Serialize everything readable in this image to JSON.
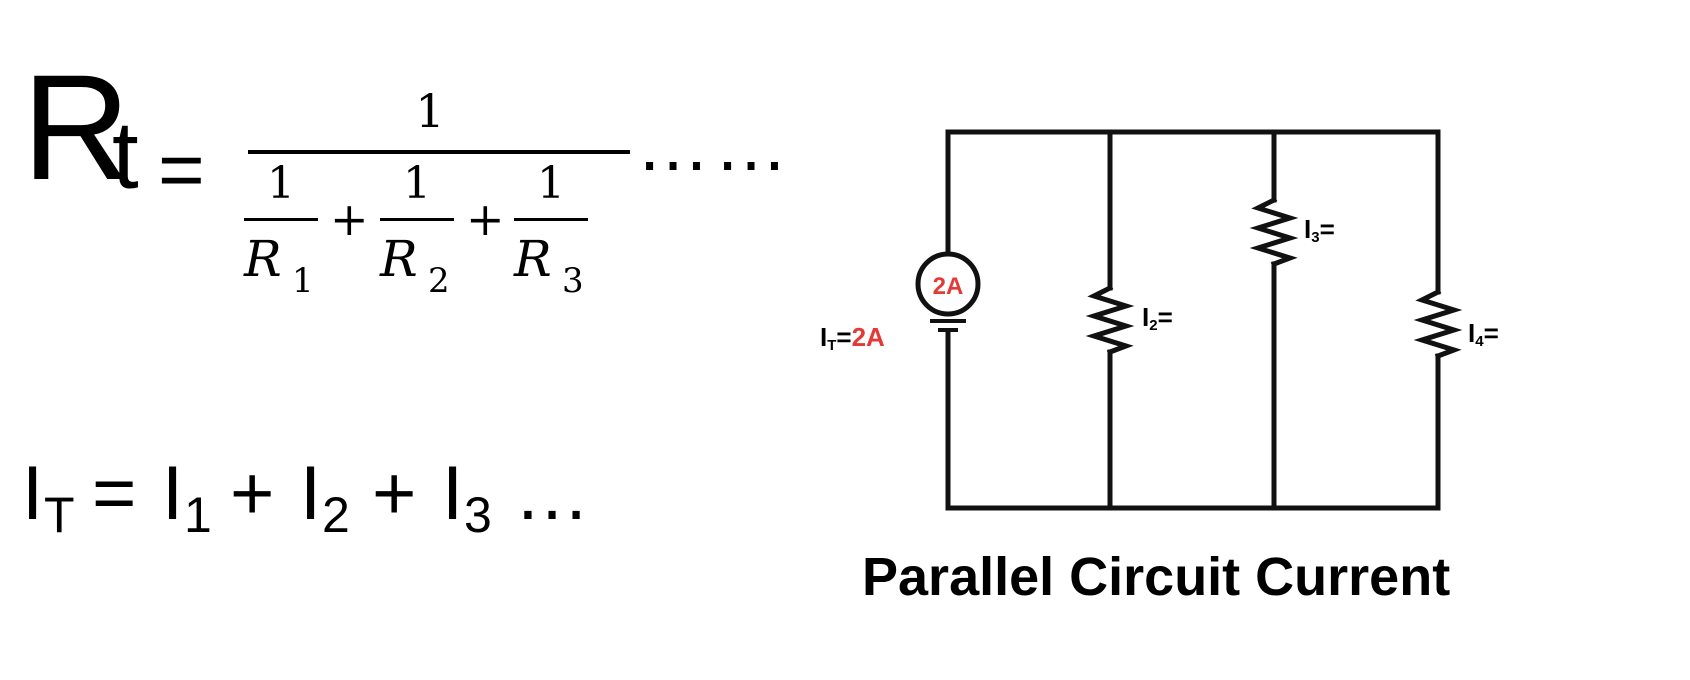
{
  "resistance_formula": {
    "lhs_symbol": "R",
    "lhs_subscript": "t",
    "equals": "=",
    "numerator": "1",
    "terms": [
      {
        "numerator": "1",
        "symbol": "R",
        "index": "1"
      },
      {
        "numerator": "1",
        "symbol": "R",
        "index": "2"
      },
      {
        "numerator": "1",
        "symbol": "R",
        "index": "3"
      }
    ],
    "plus": "+",
    "trailing": "……"
  },
  "current_formula": {
    "lhs_symbol": "I",
    "lhs_subscript": "T",
    "equals": "=",
    "terms": [
      {
        "symbol": "I",
        "index": "1"
      },
      {
        "symbol": "I",
        "index": "2"
      },
      {
        "symbol": "I",
        "index": "3"
      }
    ],
    "plus": "+",
    "trailing": "…"
  },
  "circuit": {
    "caption": "Parallel Circuit Current",
    "source": {
      "badge": "2A",
      "label_symbol": "I",
      "label_subscript": "T",
      "label_eq": "=",
      "label_value": "2A"
    },
    "branches": [
      {
        "symbol": "I",
        "index": "2",
        "suffix": "="
      },
      {
        "symbol": "I",
        "index": "3",
        "suffix": "="
      },
      {
        "symbol": "I",
        "index": "4",
        "suffix": "="
      }
    ],
    "accent_color": "#e53935",
    "wire_color": "#111111"
  }
}
